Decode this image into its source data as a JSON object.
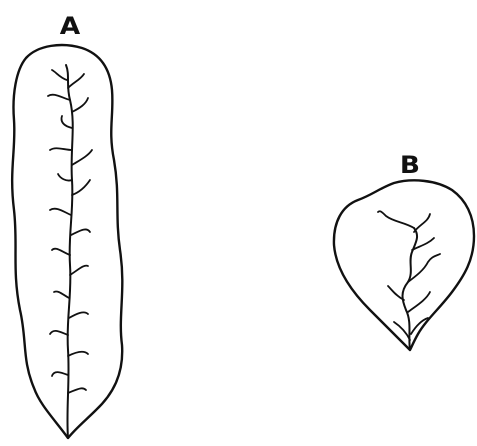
{
  "diagram": {
    "leaves": [
      {
        "id": "A",
        "label": "A",
        "shape": "elongated"
      },
      {
        "id": "B",
        "label": "B",
        "shape": "rounded"
      }
    ],
    "colors": {
      "line": "#111111",
      "background": "#ffffff"
    }
  }
}
